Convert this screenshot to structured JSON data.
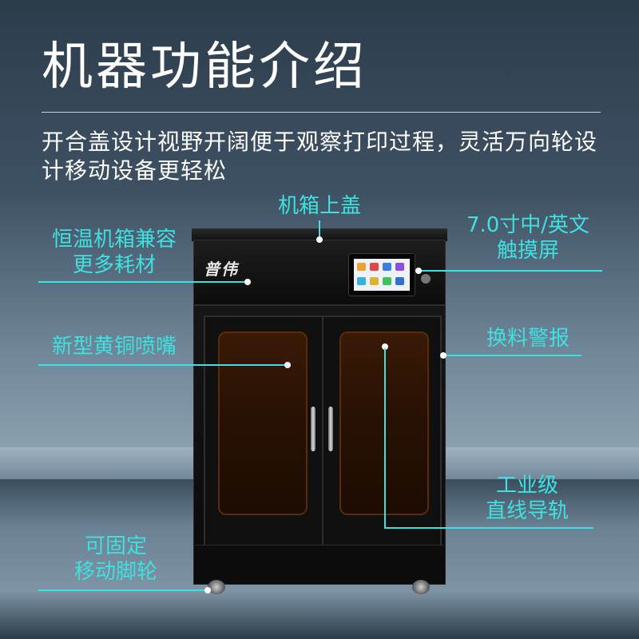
{
  "title": "机器功能介绍",
  "description": "开合盖设计视野开阔便于观察打印过程，灵活万向轮设计移动设备更轻松",
  "brand_logo": "普伟",
  "callouts": {
    "top_lid": "机箱上盖",
    "constant_temp_line1": "恒温机箱兼容",
    "constant_temp_line2": "更多耗材",
    "touchscreen_line1": "7.0寸中/英文",
    "touchscreen_line2": "触摸屏",
    "nozzle": "新型黄铜喷嘴",
    "filament_alarm": "换料警报",
    "rail_line1": "工业级",
    "rail_line2": "直线导轨",
    "caster_line1": "可固定",
    "caster_line2": "移动脚轮"
  },
  "colors": {
    "accent": "#3fe0e0",
    "title_text": "#ffffff",
    "printer_body": "#111111",
    "window_tint": "#3a1a06"
  }
}
